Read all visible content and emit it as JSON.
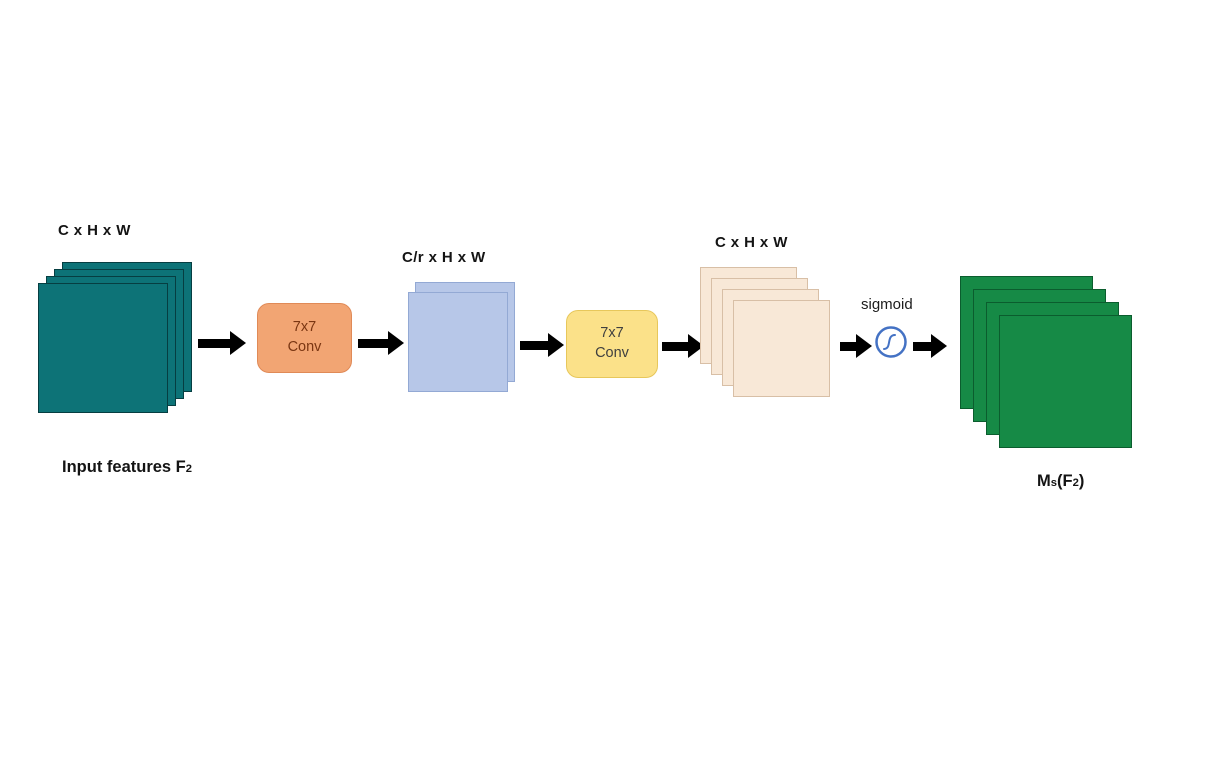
{
  "labels": {
    "input_dims": "C x H x W",
    "mid_dims": "C/r x H x W",
    "out_dims": "C x H x W",
    "sigmoid": "sigmoid"
  },
  "captions": {
    "input_prefix": "Input features F",
    "input_sub": "2",
    "output_main": "M",
    "output_sub1": "s",
    "output_mid": "(F",
    "output_sub2": "2",
    "output_end": ")"
  },
  "conv_blocks": [
    {
      "line1": "7x7",
      "line2": "Conv",
      "fill": "#F2A573",
      "border": "#E08A57",
      "text_color": "#7A3612"
    },
    {
      "line1": "7x7",
      "line2": "Conv",
      "fill": "#FBE189",
      "border": "#E7C75B",
      "text_color": "#3F3F3F"
    }
  ],
  "stacks": {
    "input": {
      "count": 4,
      "fill": "#0D7377",
      "border": "#063E41"
    },
    "mid": {
      "count": 2,
      "fill": "#B7C7E8",
      "border": "#93A9D4"
    },
    "pre_sigmoid": {
      "count": 4,
      "fill": "#F8E8D7",
      "border": "#D8BFA6"
    },
    "output": {
      "count": 4,
      "fill": "#168A46",
      "border": "#0B5D2E"
    }
  },
  "sigmoid_icon": {
    "stroke": "#4472C4",
    "fill": "#FFFFFF"
  },
  "arrow_color": "#000000"
}
